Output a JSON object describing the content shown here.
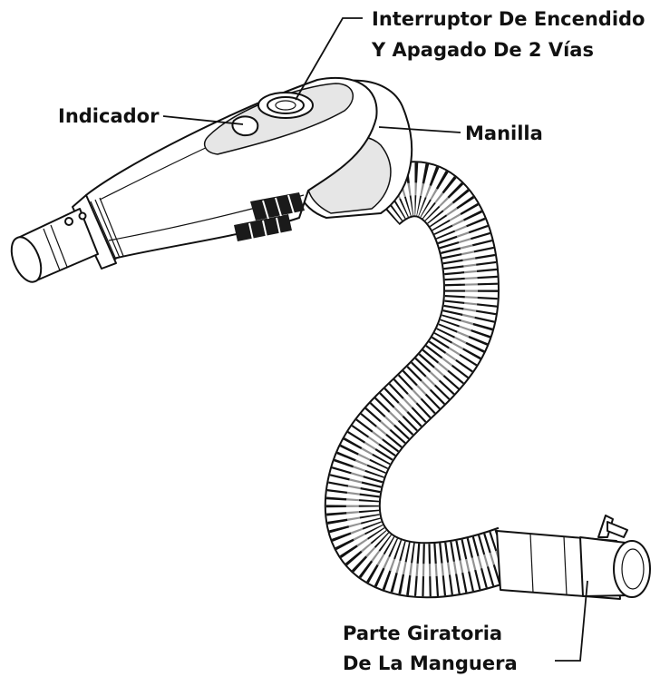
{
  "labels": {
    "switch_line1": "Interruptor De Encendido",
    "switch_line2": "Y Apagado De 2 Vías",
    "indicator": "Indicador",
    "handle": "Manilla",
    "swivel_line1": "Parte Giratoria",
    "swivel_line2": "De La Manguera"
  },
  "icons": {
    "hose": "hose-handle-illustration"
  },
  "colors": {
    "line": "#111111",
    "background": "#ffffff"
  }
}
